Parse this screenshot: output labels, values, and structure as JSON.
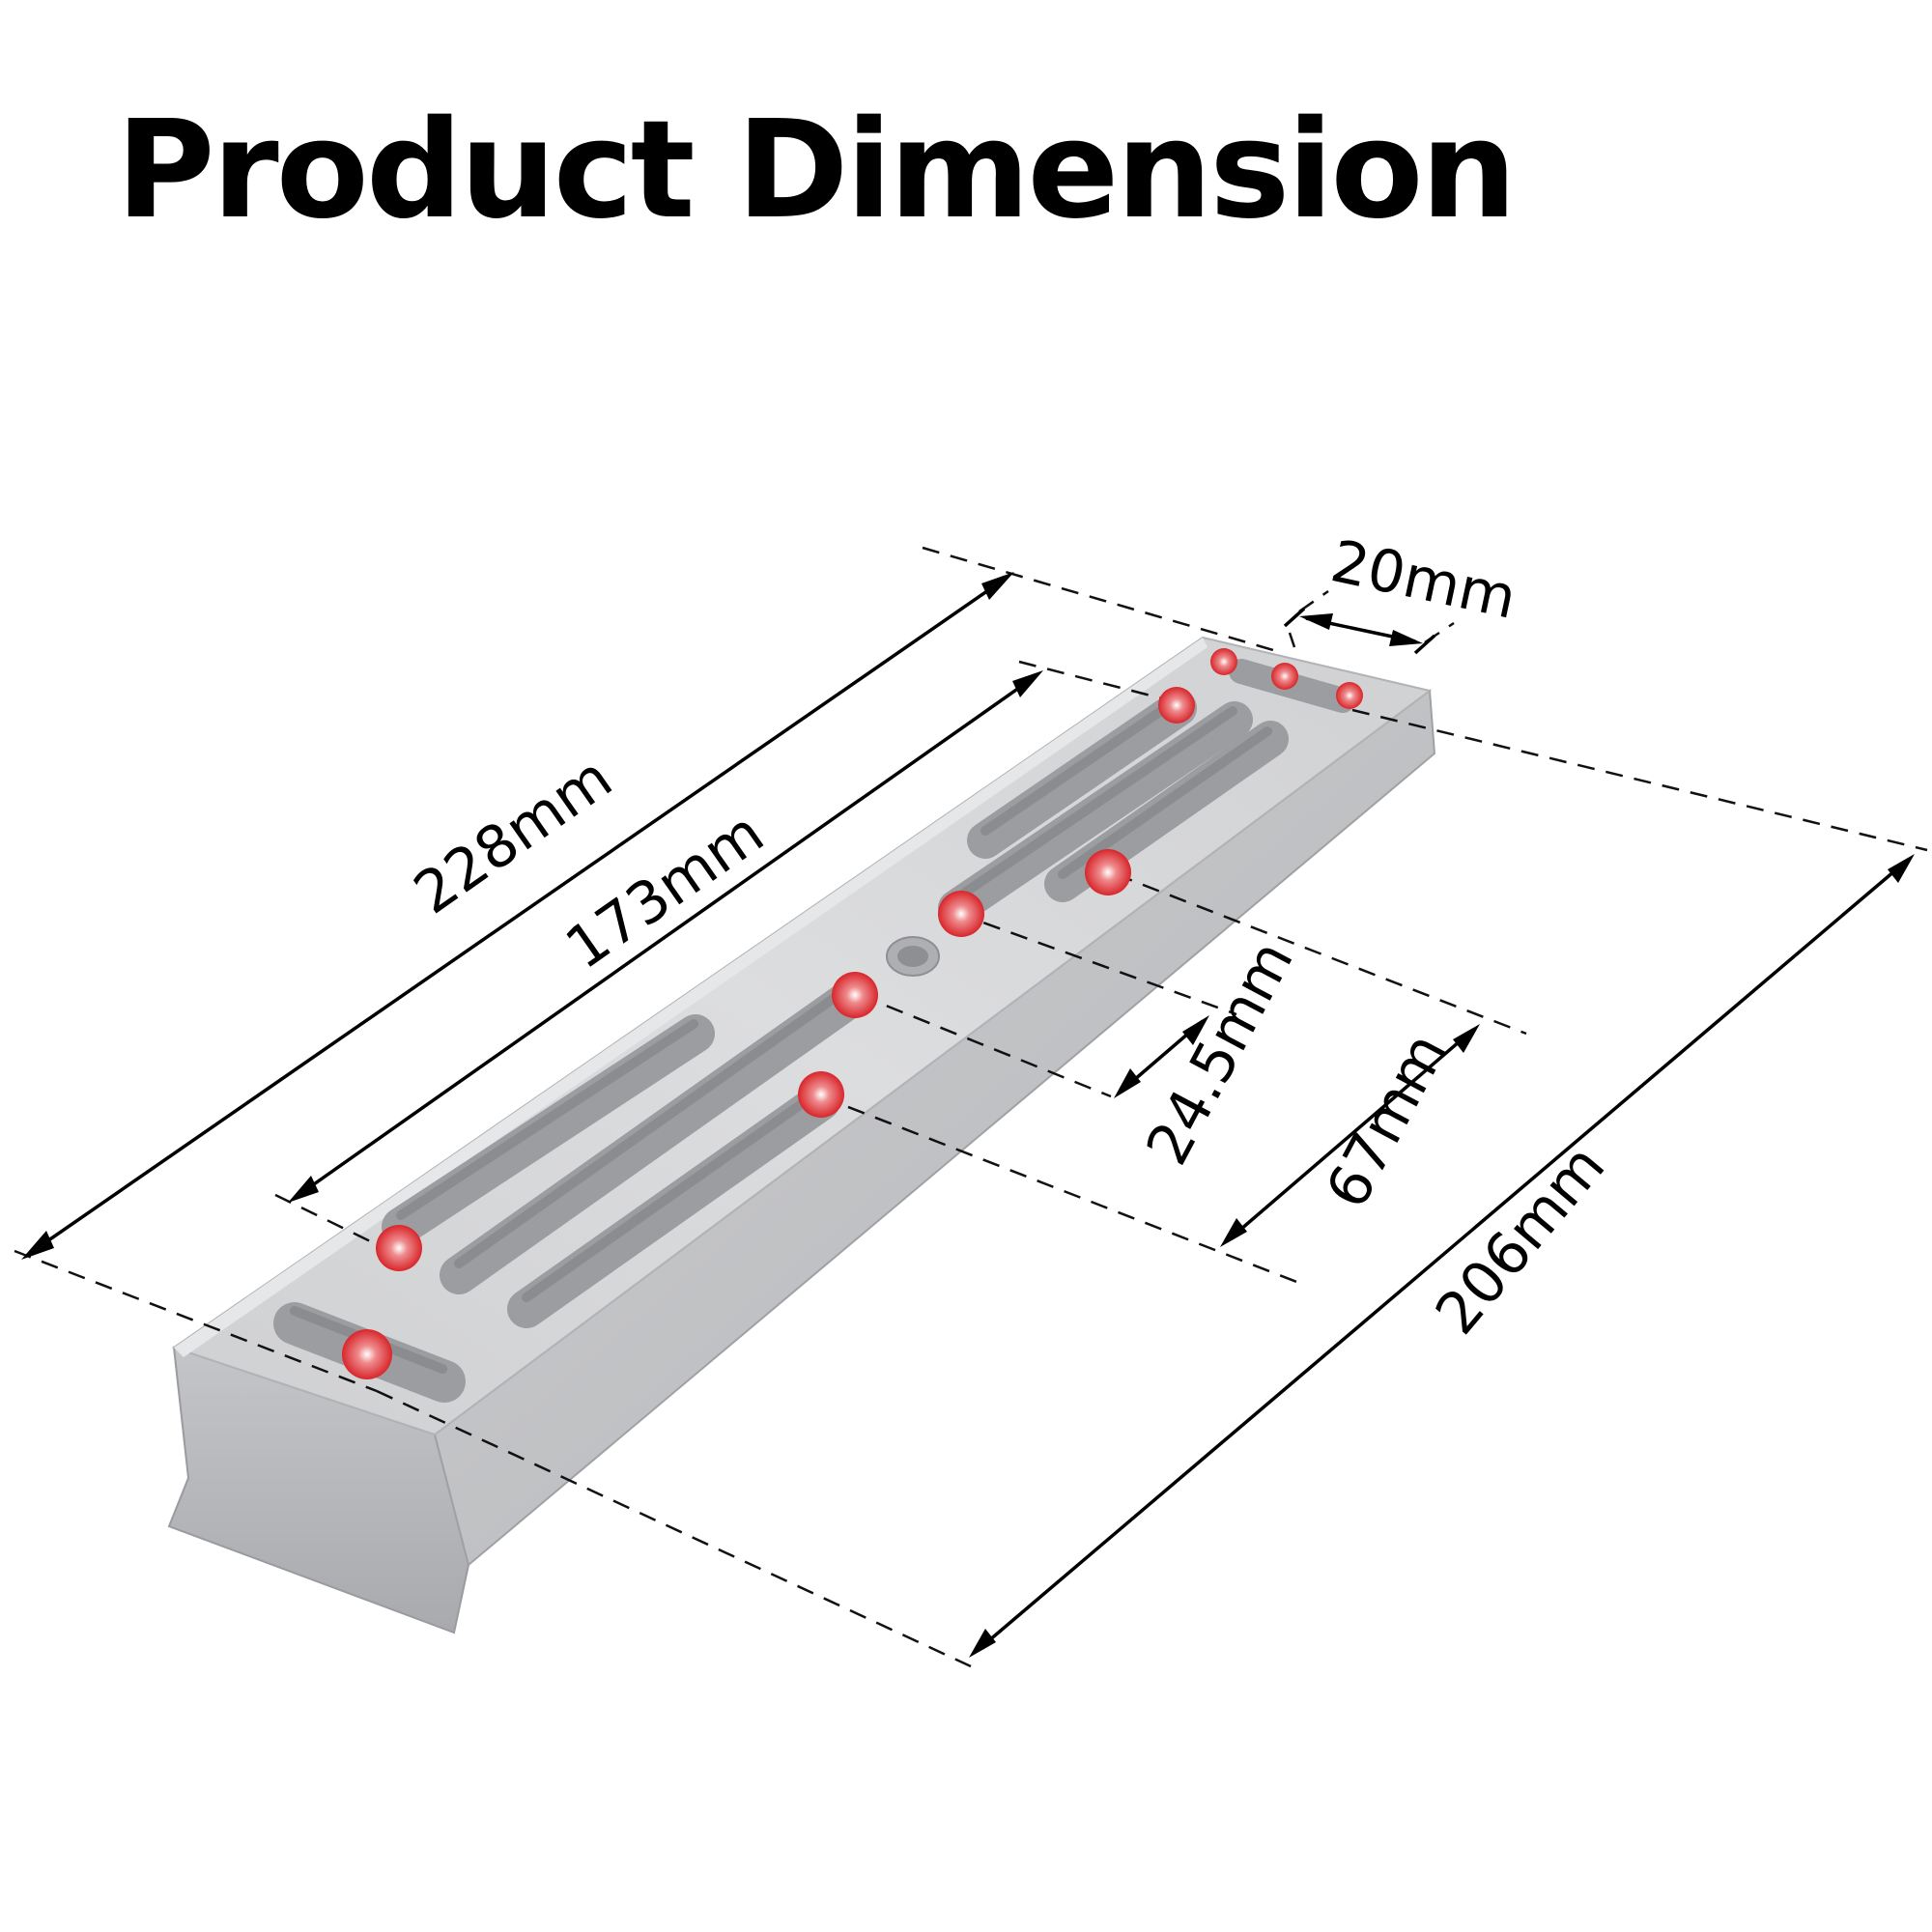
{
  "title": "Product Dimension",
  "colors": {
    "plate_top": "#d4d5d7",
    "plate_front": "#b9babd",
    "plate_side": "#c6c7c9",
    "slot": "#a7a8ab",
    "marker": "#d8262b",
    "ink": "#000000"
  },
  "dimensions": {
    "overall_length": "228mm",
    "slot_span": "173mm",
    "top_width": "20mm",
    "inner_slot_spacing": "24.5mm",
    "outer_slot_spacing": "67mm",
    "diagonal": "206mm"
  }
}
